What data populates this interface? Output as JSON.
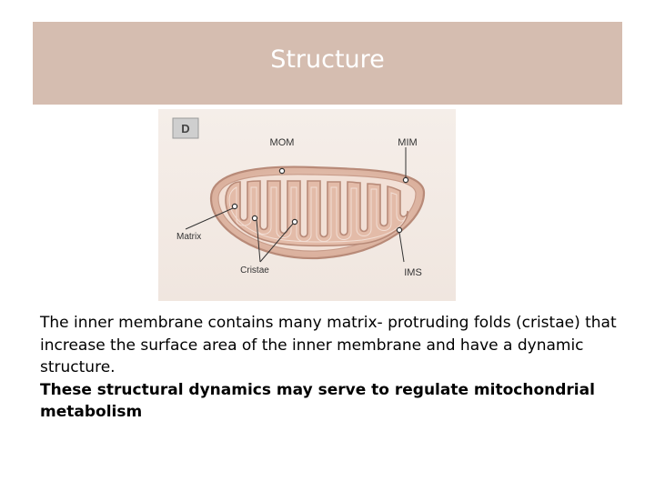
{
  "slide": {
    "title": "Structure",
    "paragraph": "The inner membrane contains many matrix- protruding folds (cristae) that  increase the surface area of the inner membrane and have a dynamic  structure.",
    "bold_paragraph": "These structural dynamics may serve to regulate mitochondrial metabolism"
  },
  "figure": {
    "panel_letter": "D",
    "labels": {
      "mom": "MOM",
      "mim": "MIM",
      "matrix": "Matrix",
      "cristae": "Cristae",
      "ims": "IMS"
    }
  },
  "colors": {
    "title_bar": "#d5bdb0",
    "figure_bg": "#f4ece7",
    "outer_membrane": "#c49a88",
    "inner_membrane": "#d8ab98"
  }
}
